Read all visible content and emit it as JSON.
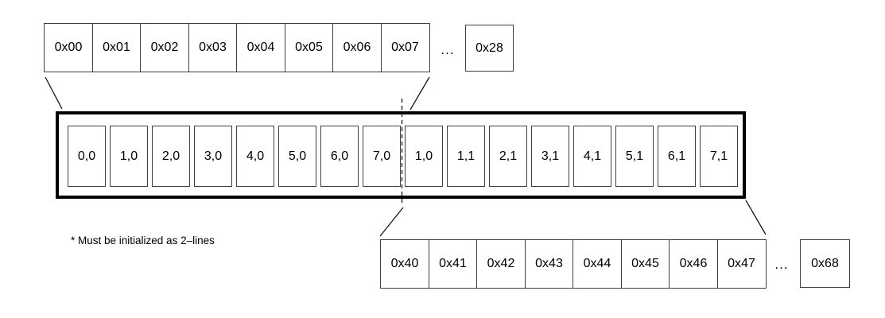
{
  "diagram": {
    "top_address_row": {
      "cells": [
        "0x00",
        "0x01",
        "0x02",
        "0x03",
        "0x04",
        "0x05",
        "0x06",
        "0x07"
      ],
      "ellipsis": "...",
      "end_cell": "0x28"
    },
    "cache_line": {
      "cells": [
        "0,0",
        "1,0",
        "2,0",
        "3,0",
        "4,0",
        "5,0",
        "6,0",
        "7,0",
        "1,0",
        "1,1",
        "2,1",
        "3,1",
        "4,1",
        "5,1",
        "6,1",
        "7,1"
      ]
    },
    "bottom_address_row": {
      "cells": [
        "0x40",
        "0x41",
        "0x42",
        "0x43",
        "0x44",
        "0x45",
        "0x46",
        "0x47"
      ],
      "ellipsis": "...",
      "end_cell": "0x68"
    },
    "footnote": "* Must be initialized as 2–lines"
  },
  "colors": {
    "background": "#ffffff",
    "text": "#000000",
    "thin_border": "#3f3f3f",
    "thick_border": "#000000"
  }
}
